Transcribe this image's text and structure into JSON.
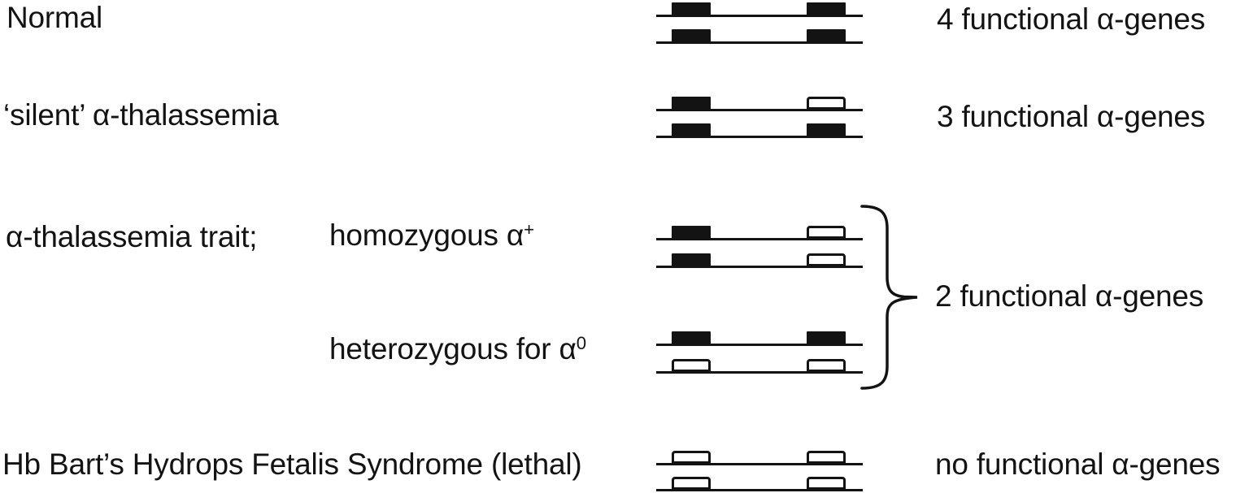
{
  "left_labels": {
    "normal": "Normal",
    "silent": "‘silent’ α-thalassemia",
    "trait_group": "α-thalassemia trait;",
    "homozygous": {
      "base": "homozygous α",
      "sup": "+"
    },
    "heterozygous": {
      "base": "heterozygous for α",
      "sup": "0"
    },
    "hb_barts": "Hb Bart’s Hydrops Fetalis Syndrome (lethal)"
  },
  "right_labels": {
    "four": "4 functional α-genes",
    "three": "3 functional α-genes",
    "two": "2 functional α-genes",
    "none": "no functional α-genes"
  },
  "chromosomes": {
    "normal": [
      [
        "functional",
        "functional"
      ],
      [
        "functional",
        "functional"
      ]
    ],
    "silent": [
      [
        "functional",
        "deleted"
      ],
      [
        "functional",
        "functional"
      ]
    ],
    "homozygous_alpha_plus": [
      [
        "functional",
        "deleted"
      ],
      [
        "functional",
        "deleted"
      ]
    ],
    "heterozygous_alpha_zero": [
      [
        "functional",
        "functional"
      ],
      [
        "deleted",
        "deleted"
      ]
    ],
    "hb_barts": [
      [
        "deleted",
        "deleted"
      ],
      [
        "deleted",
        "deleted"
      ]
    ]
  },
  "colors": {
    "ink": "#131313",
    "background": "#ffffff",
    "functional_gene_fill": "#131313",
    "deleted_gene_fill": "#ffffff"
  }
}
